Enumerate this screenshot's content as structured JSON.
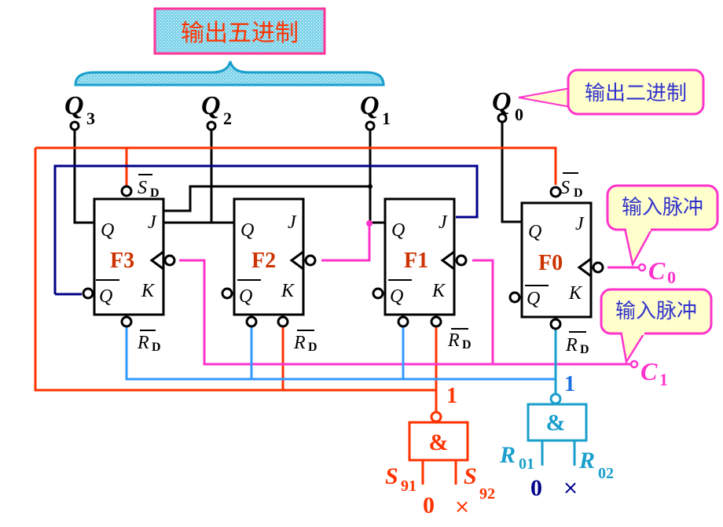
{
  "title_box": {
    "label": "输出五进制"
  },
  "callout_binary": {
    "label": "输出二进制"
  },
  "callout_c0": {
    "label": "输入脉冲"
  },
  "callout_c1": {
    "label": "输入脉冲"
  },
  "outputs": [
    {
      "name": "Q",
      "sub": "3"
    },
    {
      "name": "Q",
      "sub": "2"
    },
    {
      "name": "Q",
      "sub": "1"
    },
    {
      "name": "Q",
      "sub": "0"
    }
  ],
  "flipflops": [
    {
      "label": "F3",
      "q": "Q",
      "qbar": "Q",
      "j": "J",
      "k": "K",
      "sd": "S",
      "sd_sub": "D",
      "rd": "R",
      "rd_sub": "D"
    },
    {
      "label": "F2",
      "q": "Q",
      "qbar": "Q",
      "j": "J",
      "k": "K",
      "rd": "R",
      "rd_sub": "D"
    },
    {
      "label": "F1",
      "q": "Q",
      "qbar": "Q",
      "j": "J",
      "k": "K",
      "rd": "R",
      "rd_sub": "D"
    },
    {
      "label": "F0",
      "q": "Q",
      "qbar": "Q",
      "j": "J",
      "k": "K",
      "sd": "S",
      "sd_sub": "D",
      "rd": "R",
      "rd_sub": "D"
    }
  ],
  "inputs": {
    "c0": {
      "name": "C",
      "sub": "0"
    },
    "c1": {
      "name": "C",
      "sub": "1"
    }
  },
  "gate_set": {
    "symbol": "&",
    "out_value": "1",
    "in1": {
      "name": "S",
      "sub": "91",
      "value": "0"
    },
    "in2": {
      "name": "S",
      "sub": "92",
      "value": "×"
    }
  },
  "gate_reset": {
    "symbol": "&",
    "out_value": "1",
    "in1": {
      "name": "R",
      "sub": "01",
      "value": "0"
    },
    "in2": {
      "name": "R",
      "sub": "02",
      "value": "×"
    }
  },
  "colors": {
    "wire_black": "#000000",
    "wire_red": "#ff3300",
    "wire_navy": "#000088",
    "wire_pink": "#ff33cc",
    "wire_blue": "#3399ff",
    "gate_teal": "#1a9fcc",
    "ff_label": "#cc3300",
    "callout_fill": "#ffffcc",
    "callout_border": "#ff33cc",
    "callout_text": "#3333cc",
    "title_fill": "#7fd3ea",
    "title_border": "#ff3399",
    "title_text": "#ff3300"
  }
}
